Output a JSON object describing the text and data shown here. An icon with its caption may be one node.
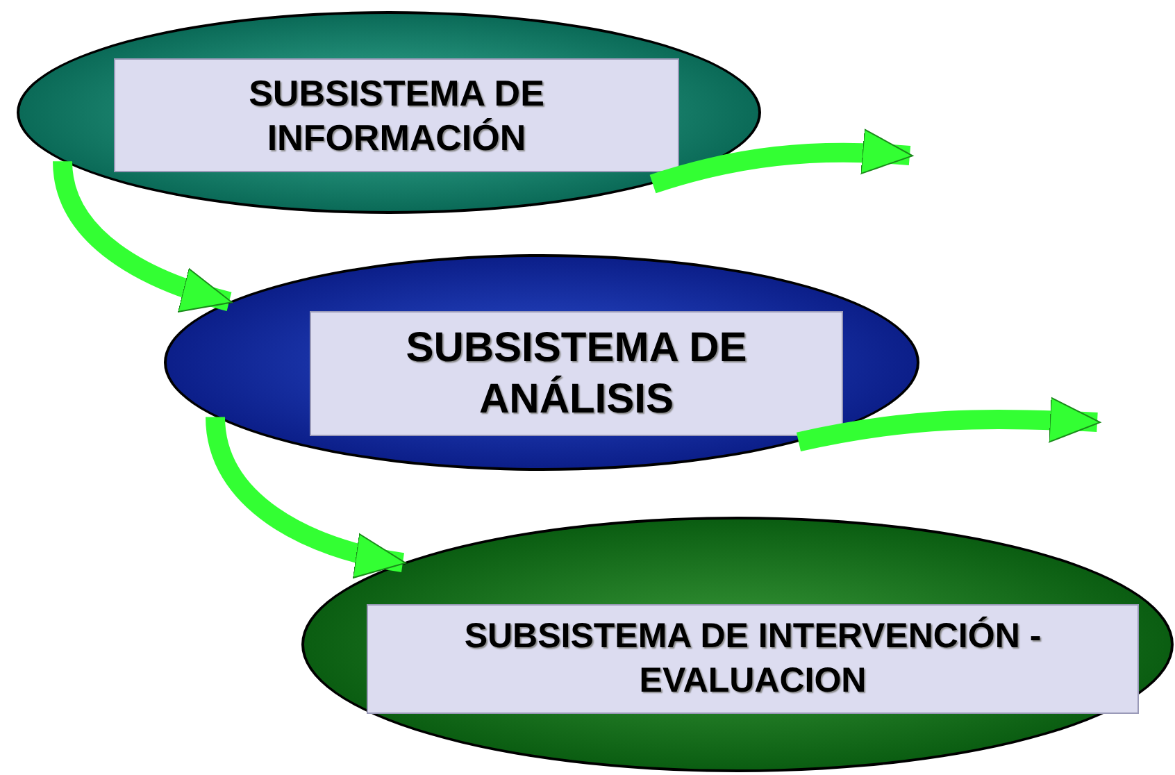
{
  "diagram": {
    "nodes": [
      {
        "text": [
          "SUBSISTEMA DE INFORMACIÓN"
        ]
      },
      {
        "text": [
          "SUBSISTEMA DE ANÁLISIS"
        ]
      },
      {
        "text": [
          "SUBSISTEMA DE INTERVENCIÓN - EVALUACION"
        ]
      }
    ],
    "edges": [
      {
        "from": 0,
        "to": 1,
        "arrow": "to"
      },
      {
        "from": 1,
        "to": 2,
        "arrow": "to"
      },
      {
        "from": 0,
        "to": null,
        "arrow": "to"
      },
      {
        "from": 1,
        "to": null,
        "arrow": "to"
      }
    ]
  }
}
